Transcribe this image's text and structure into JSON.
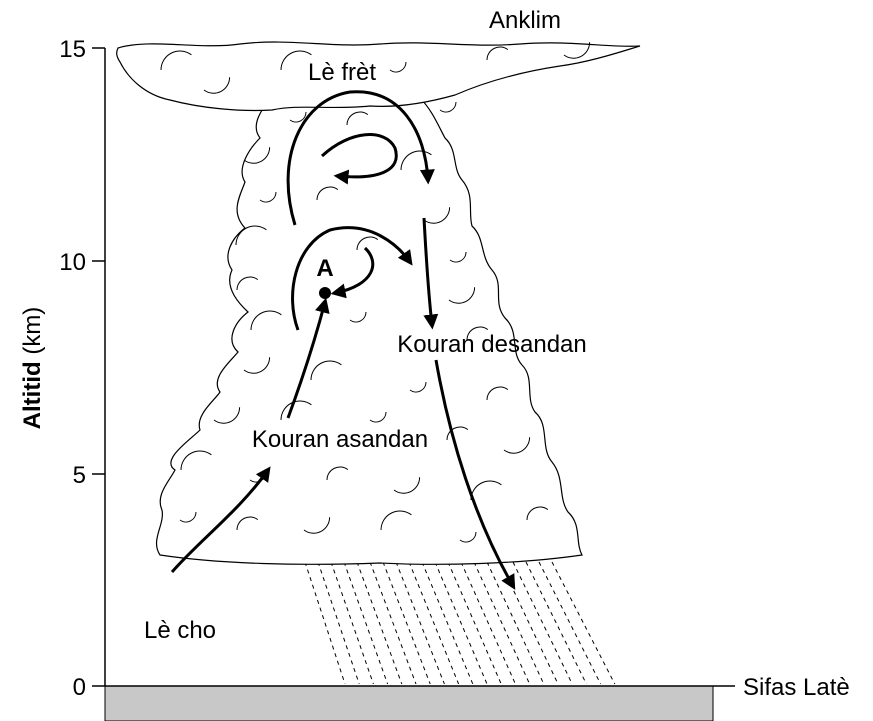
{
  "yaxis": {
    "label_bold": "Altitid",
    "label_unit": " (km)",
    "ticks": [
      "15",
      "10",
      "5",
      "0"
    ]
  },
  "labels": {
    "anvil": "Anklim",
    "cold_air": "Lè frèt",
    "point_a": "A",
    "downdraft": "Kouran desandan",
    "updraft": "Kouran asandan",
    "warm_air": "Lè cho",
    "ground": "Sifas Latè"
  },
  "colors": {
    "ground": "#c8c8c8",
    "ink": "#000000",
    "cloud": "#ffffff"
  }
}
